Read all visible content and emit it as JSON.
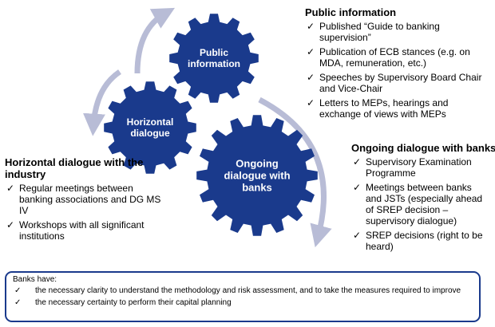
{
  "gears": {
    "public": "Public\ninformation",
    "horizontal": "Horizontal\ndialogue",
    "ongoing": "Ongoing\ndialogue with\nbanks"
  },
  "public_information": {
    "title": "Public information",
    "items": [
      "Published “Guide to banking supervision”",
      "Publication of ECB stances (e.g. on MDA, remuneration, etc.)",
      "Speeches by Supervisory Board Chair and Vice-Chair",
      "Letters to MEPs, hearings and exchange of views with MEPs"
    ]
  },
  "ongoing_dialogue": {
    "title": "Ongoing dialogue with banks",
    "items": [
      "Supervisory Examination Programme",
      "Meetings between banks and JSTs (especially ahead of SREP decision – supervisory dialogue)",
      "SREP decisions (right to be heard)"
    ]
  },
  "horizontal_dialogue": {
    "title": "Horizontal dialogue with the industry",
    "items": [
      "Regular meetings between banking associations and DG MS IV",
      "Workshops with all significant institutions"
    ]
  },
  "banks_have": {
    "title": "Banks have:",
    "items": [
      "the necessary clarity to understand the methodology and risk assessment, and to take the measures required to improve",
      "the necessary certainty to perform their capital planning"
    ]
  },
  "icons": {
    "bullet": "check-icon",
    "glyph": "✓"
  },
  "colors": {
    "gear": "#1a3a8c",
    "arrow": "#b8bcd6",
    "box_border": "#1a3a8c"
  }
}
